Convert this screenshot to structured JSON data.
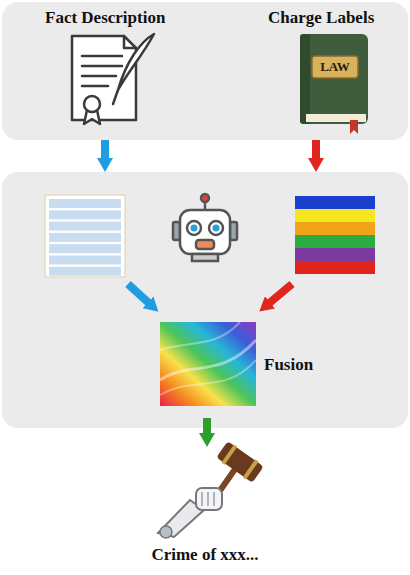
{
  "diagram": {
    "nodes": [
      {
        "text": [
          "Fact Description",
          "Charge Labels"
        ]
      },
      {
        "text": [
          "Fusion"
        ]
      }
    ],
    "edges": [
      {
        "from": 0,
        "to": 1,
        "arrow": "to"
      },
      {
        "from": 0,
        "to": 1,
        "arrow": "to"
      }
    ],
    "labels": [
      "LAW",
      "Crime of xxx..."
    ]
  }
}
